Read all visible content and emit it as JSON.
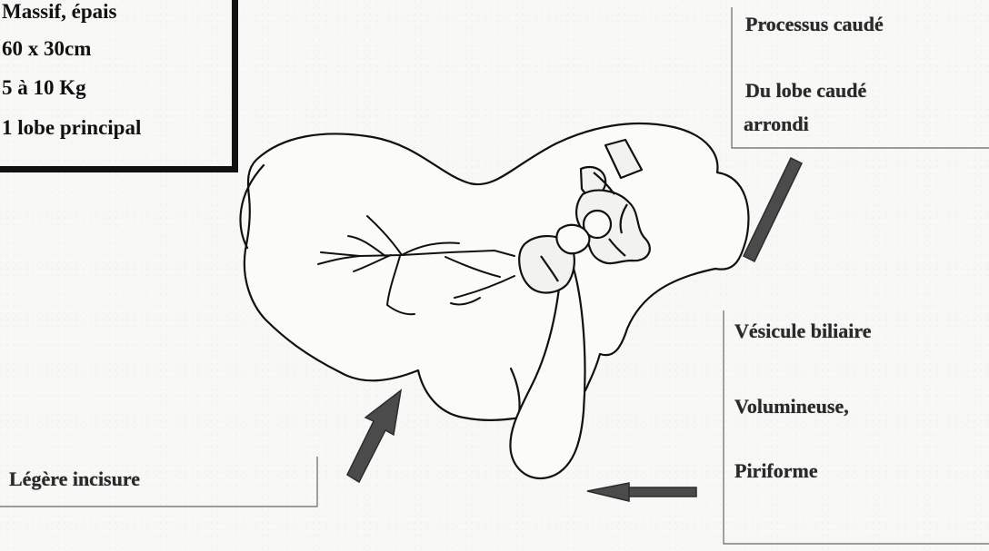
{
  "info": {
    "shape": "Massif, épais",
    "size": "60 x 30cm",
    "weight": "5 à 10 Kg",
    "lobes": "1 lobe principal"
  },
  "labels": {
    "caudate_title": "Processus caudé",
    "caudate_desc_1": "Du lobe caudé",
    "caudate_desc_2": "arrondi",
    "gallbladder_title": "Vésicule biliaire",
    "gallbladder_desc_1": "Volumineuse,",
    "gallbladder_desc_2": "Piriforme",
    "incisure": "Légère incisure"
  },
  "colors": {
    "ink": "#111111",
    "arrow": "#4b4b4b",
    "paper": "#f8f8f6"
  }
}
